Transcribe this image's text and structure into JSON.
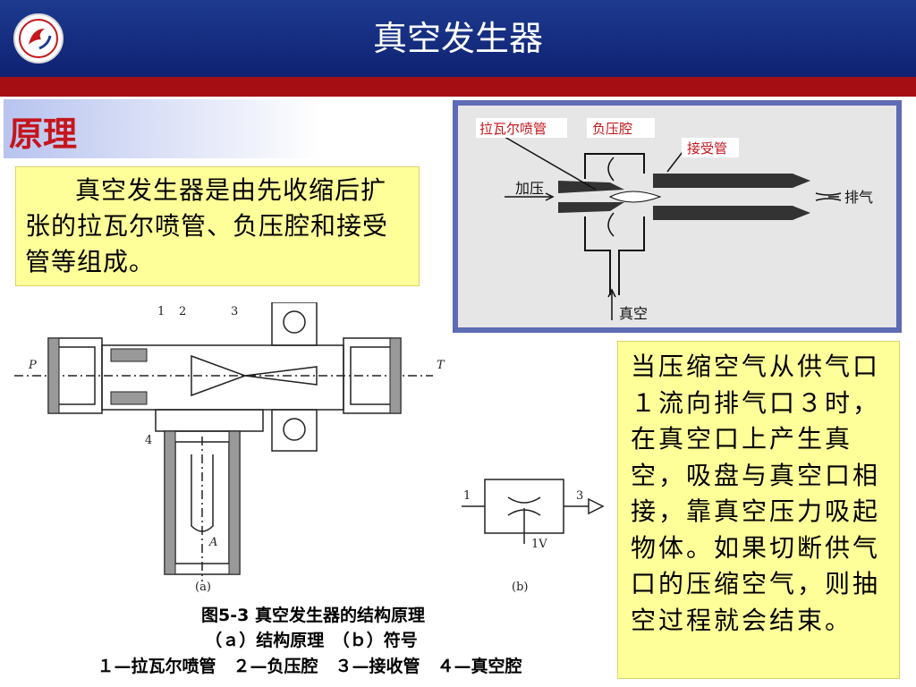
{
  "header": {
    "title": "真空发生器"
  },
  "section": {
    "label": "原理"
  },
  "intro_text": "真空发生器是由先收缩后扩张的拉瓦尔喷管、负压腔和接受管等组成。",
  "description_text": "当压缩空气从供气口１流向排气口３时，在真空口上产生真空，吸盘与真空口相接，靠真空压力吸起物体。如果切断供气口的压缩空气，则抽空过程就会结束。",
  "top_diagram": {
    "labels": {
      "nozzle": "拉瓦尔喷管",
      "chamber": "负压腔",
      "receiver": "接受管",
      "pressure_in": "加压",
      "exhaust": "排气",
      "vacuum": "真空"
    }
  },
  "drawing": {
    "labels": {
      "n1": "1",
      "n2": "2",
      "n3": "3",
      "n4": "4",
      "p": "P",
      "t": "T",
      "a": "A",
      "fig_a": "(a)"
    }
  },
  "symbol": {
    "labels": {
      "port1": "1",
      "port3": "3",
      "port1v": "1V",
      "fig_b": "(b)"
    }
  },
  "caption": {
    "line1": "图5-3 真空发生器的结构原理",
    "line2": "（ａ）结构原理　（ｂ）符号",
    "line3": "１—拉瓦尔喷管　２—负压腔　３—接收管　４—真空腔"
  },
  "colors": {
    "header_blue": "#1d3a8f",
    "band_red": "#a50f14",
    "highlight_yellow": "#ffff99"
  }
}
